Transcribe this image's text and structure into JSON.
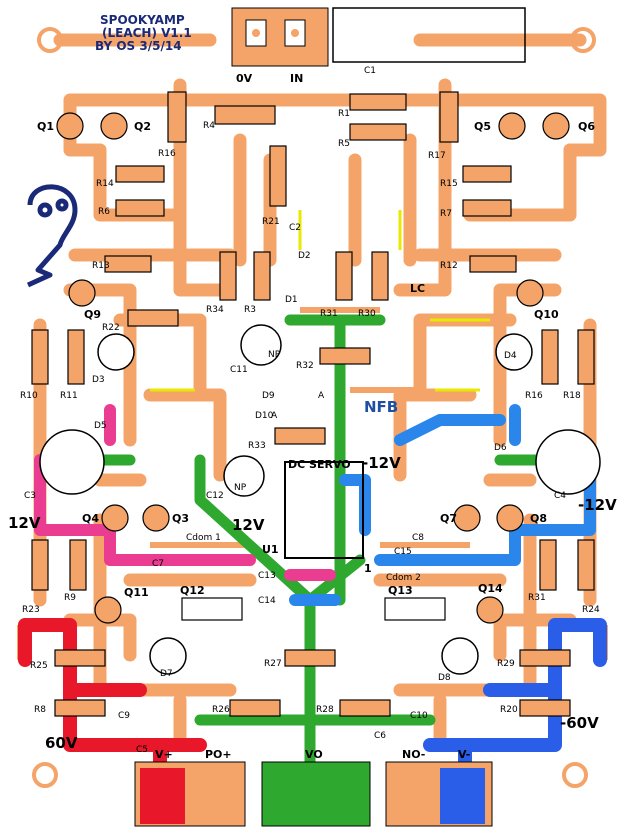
{
  "title": {
    "line1": "SPOOKYAMP",
    "line2": "(LEACH) V1.1",
    "line3": "BY OS 3/5/14"
  },
  "colors": {
    "trace": "#f4a468",
    "pad_bg": "#f4a468",
    "ground": "#2ea82e",
    "pos_rail": "#e8182a",
    "neg_rail": "#2a5ee8",
    "pos12": "#ea3c90",
    "neg12": "#2a86ea",
    "silk": "#000000",
    "jumper": "#e8e800",
    "hole": "#ffffff",
    "label_blue": "#1e4fa0"
  },
  "connectors": {
    "top_ground": "0V",
    "top_input": "IN",
    "bottom": [
      "V+",
      "PO+",
      "VO",
      "NO-",
      "V-"
    ]
  },
  "rails": {
    "pos60": "60V",
    "neg60": "-60V",
    "pos12_left": "12V",
    "pos12_mid": "12V",
    "neg12_mid": "-12V",
    "neg12_right": "-12V"
  },
  "block_labels": {
    "nfb": "NFB",
    "dc_servo": "DC SERVO",
    "lc": "LC",
    "np1": "NP",
    "np2": "NP",
    "u1": "U1",
    "pin1": "1",
    "a1": "A",
    "a2": "A"
  },
  "components": {
    "transistors": [
      "Q1",
      "Q2",
      "Q5",
      "Q6",
      "Q9",
      "Q10",
      "Q4",
      "Q3",
      "Q7",
      "Q8",
      "Q11",
      "Q12",
      "Q13",
      "Q14"
    ],
    "resistors": [
      "R4",
      "R1",
      "R5",
      "R16",
      "R17",
      "R14",
      "R6",
      "R15",
      "R7",
      "R21",
      "R13",
      "R12",
      "R34",
      "R3",
      "R31",
      "R30",
      "R22",
      "R32",
      "R33",
      "R10",
      "R11",
      "R16",
      "R18",
      "R23",
      "R9",
      "R31",
      "R24",
      "R25",
      "R27",
      "R29",
      "R8",
      "R26",
      "R28",
      "R20"
    ],
    "capacitors": [
      "C1",
      "C2",
      "C11",
      "C12",
      "C3",
      "C4",
      "C7",
      "C15",
      "C8",
      "C9",
      "C10",
      "C5",
      "C6",
      "C13",
      "C14",
      "Cdom 1",
      "Cdom 2"
    ],
    "diodes": [
      "D2",
      "D1",
      "D9",
      "D10",
      "D3",
      "D5",
      "D4",
      "D6",
      "D7",
      "D8"
    ]
  }
}
